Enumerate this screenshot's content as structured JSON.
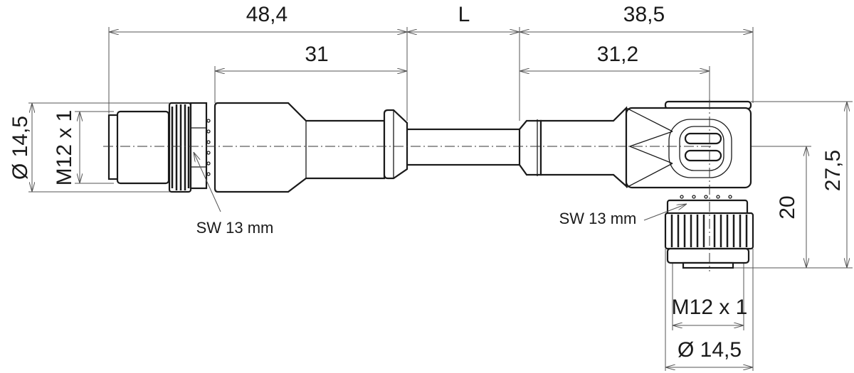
{
  "dimensions": {
    "left_overall": "48,4",
    "cable_length": "L",
    "right_overall": "38,5",
    "left_body": "31",
    "right_body": "31,2",
    "left_diameter": "Ø 14,5",
    "left_thread": "M12 x 1",
    "right_offset": "20",
    "right_height": "27,5",
    "right_thread": "M12 x 1",
    "right_diameter": "Ø 14,5"
  },
  "annotations": {
    "left_wrench": "SW 13 mm",
    "right_wrench": "SW 13 mm"
  }
}
